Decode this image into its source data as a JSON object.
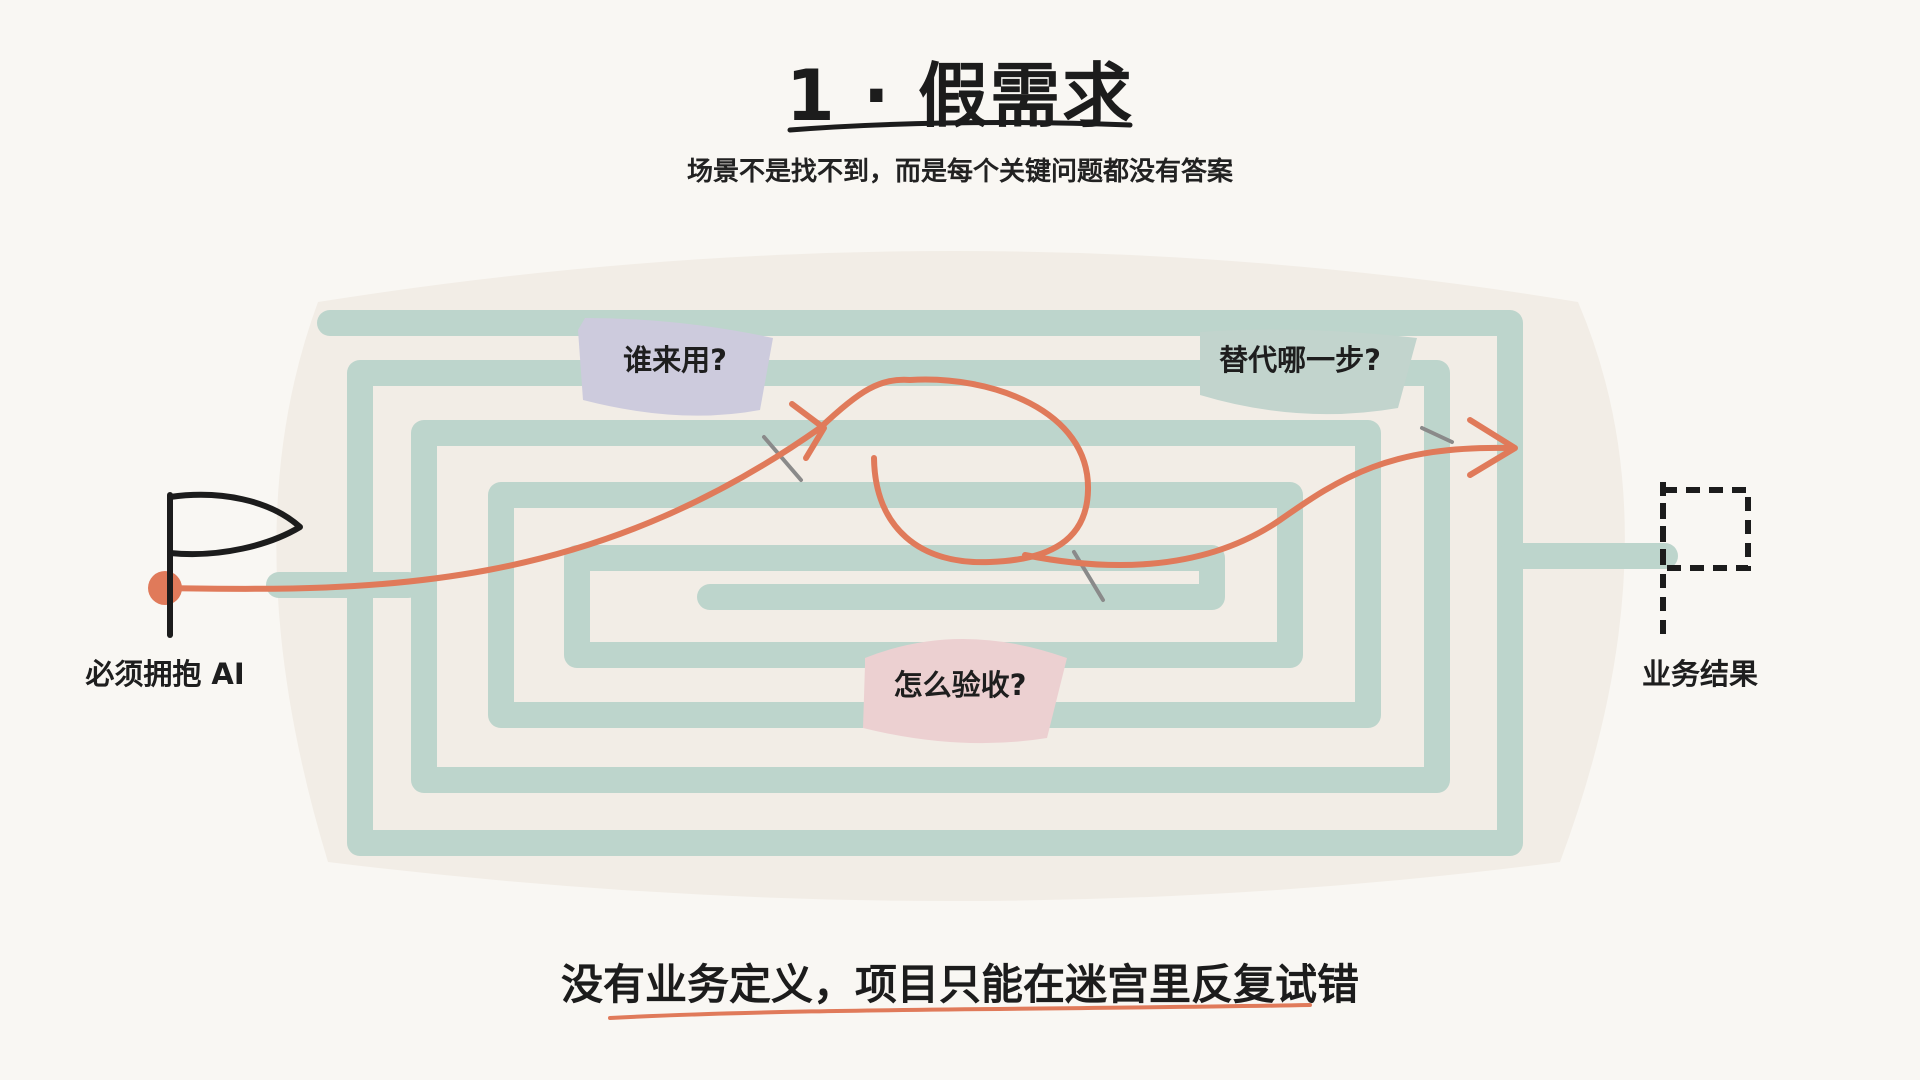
{
  "title": "1 · 假需求",
  "subtitle": "场景不是找不到，而是每个关键问题都没有答案",
  "start": {
    "label": "必须拥抱 AI",
    "icon": "solid-flag-icon"
  },
  "end": {
    "label": "业务结果",
    "icon": "dashed-flag-icon"
  },
  "questions": [
    {
      "label": "谁来用?",
      "color": "#cdcbdd"
    },
    {
      "label": "替代哪一步?",
      "color": "#c2d4cd"
    },
    {
      "label": "怎么验收?",
      "color": "#ecd0d1"
    }
  ],
  "footer": "没有业务定义，项目只能在迷宫里反复试错",
  "colors": {
    "background": "#f9f7f3",
    "maze_bg": "#f2ede6",
    "maze_wall": "#bdd5cc",
    "path": "#e07a5a",
    "ink": "#1c1c1c"
  }
}
